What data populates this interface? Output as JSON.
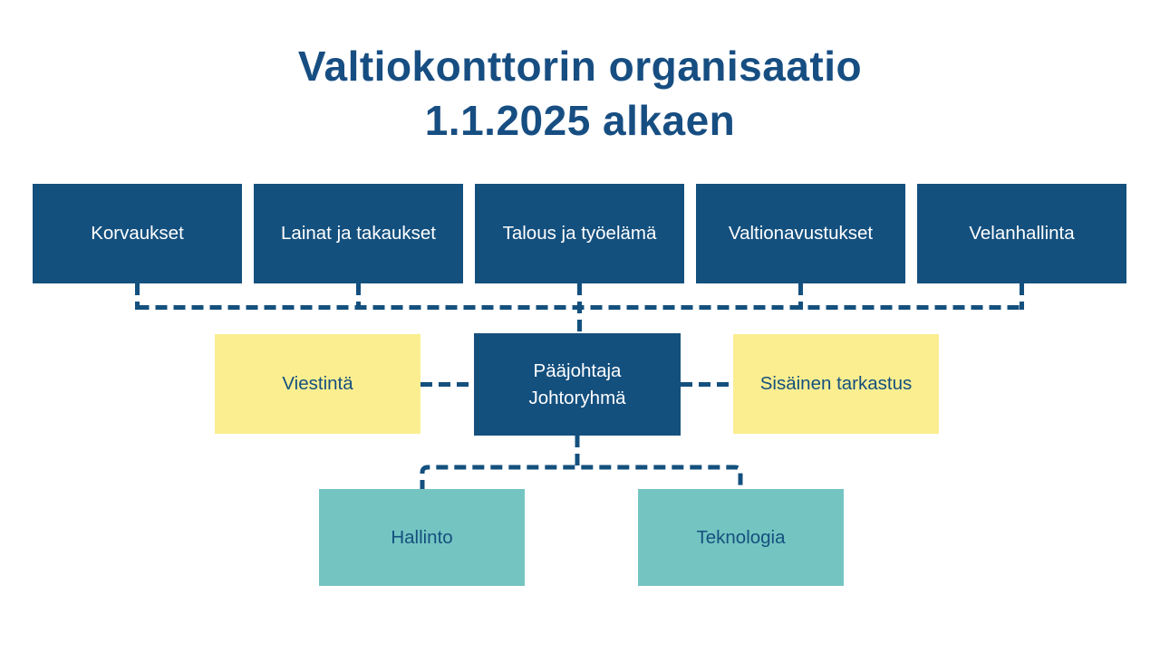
{
  "title": {
    "line1": "Valtiokonttorin organisaatio",
    "line2": "1.1.2025 alkaen"
  },
  "colors": {
    "title_blue": "#174e82",
    "box_blue": "#14507e",
    "box_yellow": "#fbee90",
    "box_teal": "#74c5c2",
    "box_blue_text": "#ffffff",
    "colored_box_text": "#14507e",
    "connector_blue": "#14507e"
  },
  "org": {
    "top_row": [
      {
        "label": "Korvaukset"
      },
      {
        "label": "Lainat ja takaukset"
      },
      {
        "label": "Talous ja työelämä"
      },
      {
        "label": "Valtionavustukset"
      },
      {
        "label": "Velanhallinta"
      }
    ],
    "middle_row": {
      "left": {
        "label": "Viestintä"
      },
      "center": {
        "line1": "Pääjohtaja",
        "line2": "Johtoryhmä"
      },
      "right": {
        "label": "Sisäinen tarkastus"
      }
    },
    "bottom_row": [
      {
        "label": "Hallinto"
      },
      {
        "label": "Teknologia"
      }
    ]
  }
}
